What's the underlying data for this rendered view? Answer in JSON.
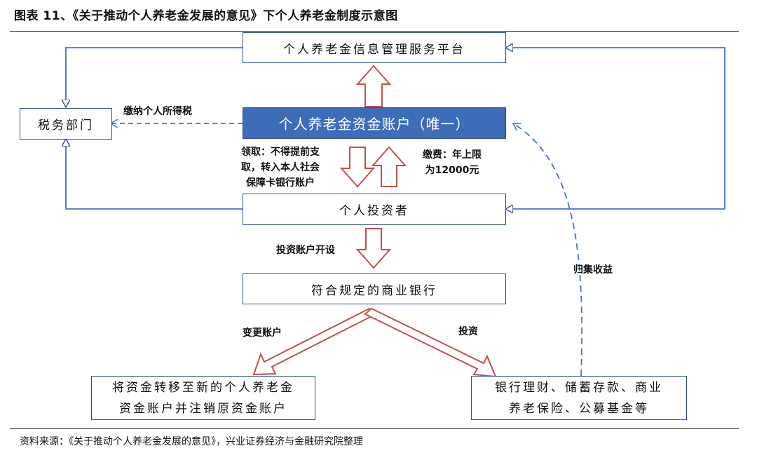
{
  "figure_title": "图表 11、《关于推动个人养老金发展的意见》下个人养老金制度示意图",
  "boxes": {
    "platform": "个人养老金信息管理服务平台",
    "tax_dept": "税务部门",
    "account": "个人养老金资金账户（唯一）",
    "investor": "个人投资者",
    "bank": "符合规定的商业银行",
    "transfer_line1": "将资金转移至新的个人养老金",
    "transfer_line2": "资金账户并注销原资金账户",
    "products_line1": "银行理财、储蓄存款、商业",
    "products_line2": "养老保险、公募基金等"
  },
  "labels": {
    "pay_tax": "缴纳个人所得税",
    "withdraw_line1": "领取：不得提前支",
    "withdraw_line2": "取，转入本人社会",
    "withdraw_line3": "保障卡银行账户",
    "contribution_line1": "缴费：年上限",
    "contribution_line2": "为12000元",
    "open_account": "投资账户开设",
    "change_account": "变更账户",
    "invest": "投资",
    "collect_returns": "归集收益"
  },
  "source": "资料来源：《关于推动个人养老金发展的意见》，兴业证券经济与金融研究院整理",
  "colors": {
    "box_border": "#2f4e8a",
    "account_fill": "#3d6cb9",
    "connector": "#4472c4",
    "arrow_outline": "#c0504d"
  }
}
